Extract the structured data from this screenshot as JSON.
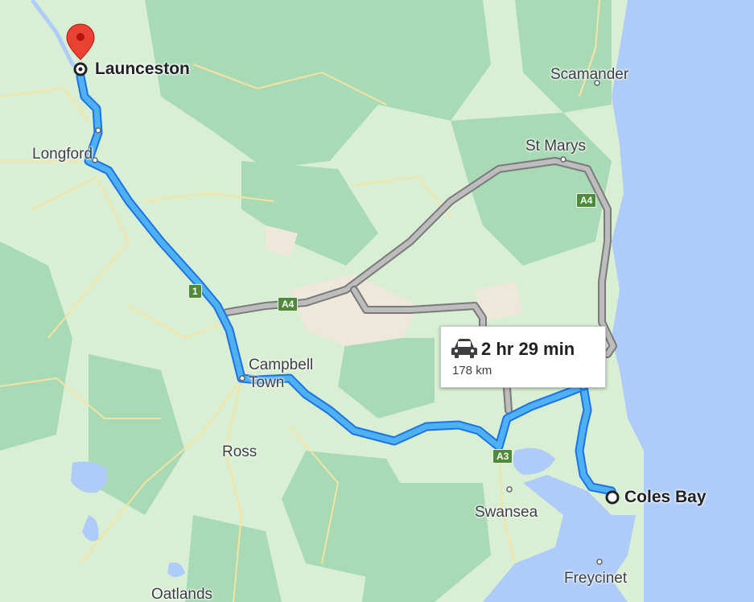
{
  "map": {
    "places": {
      "launceston": "Launceston",
      "coles_bay": "Coles Bay",
      "scamander": "Scamander",
      "st_marys": "St Marys",
      "longford": "Longford",
      "campbell_town_1": "Campbell",
      "campbell_town_2": "Town",
      "ross": "Ross",
      "swansea": "Swansea",
      "freycinet": "Freycinet",
      "oatlands": "Oatlands"
    },
    "road_shields": {
      "a4_north": "A4",
      "a4_west": "A4",
      "route_1": "1",
      "a3": "A3"
    },
    "route_info": {
      "icon": "car-icon",
      "duration": "2 hr 29 min",
      "distance": "178 km"
    },
    "colors": {
      "water": "#aecbfa",
      "land": "#d8efd3",
      "forest": "#a8dab5",
      "route_primary": "#1a73e8",
      "route_primary_fill": "#4fb0f4",
      "route_alternate": "#9e9e9e",
      "destination_pin": "#ea4335"
    }
  }
}
